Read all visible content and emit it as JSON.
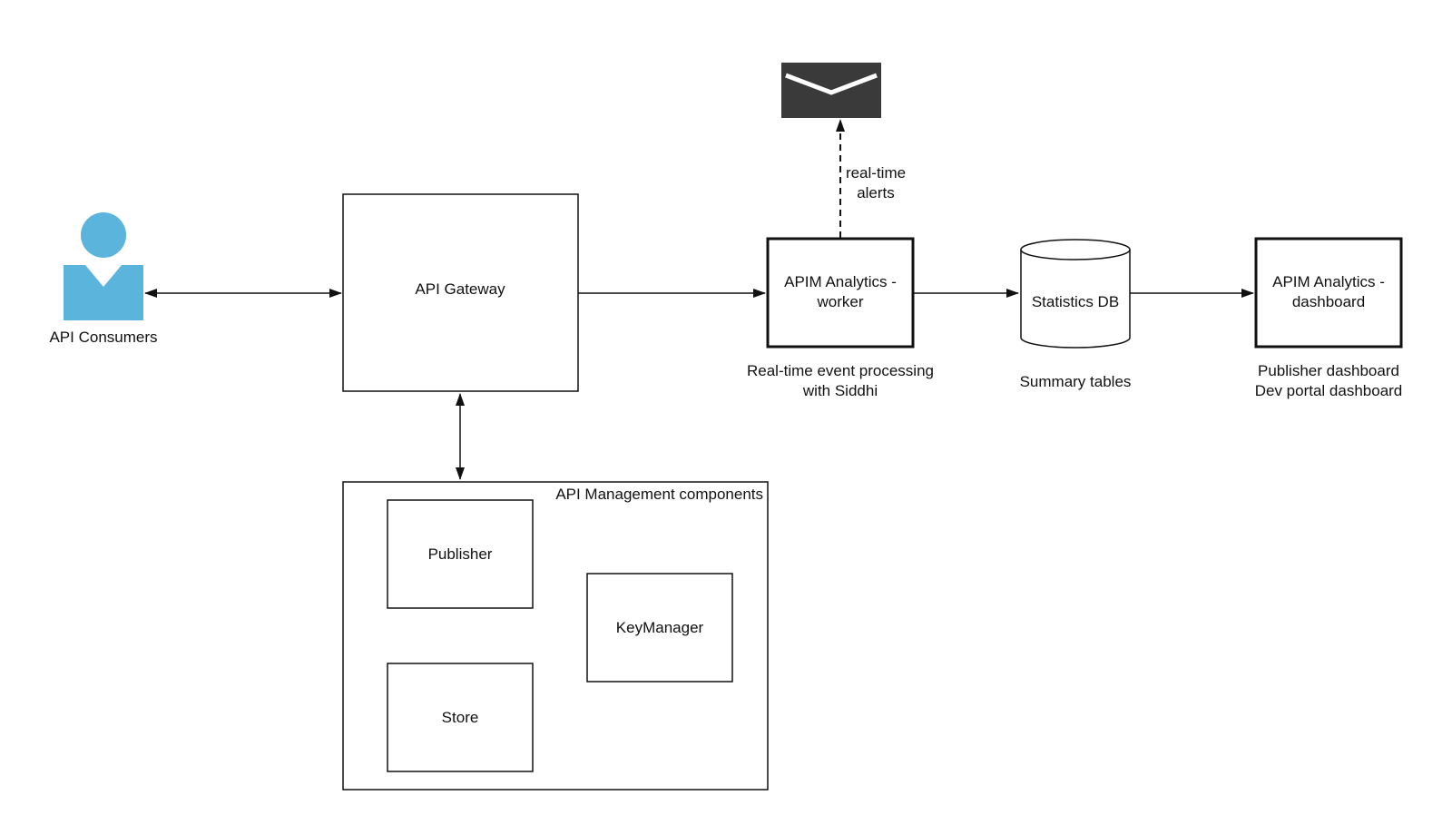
{
  "colors": {
    "consumer_icon": "#5ab4dc",
    "mail_icon": "#3a3a3a",
    "stroke": "#111111"
  },
  "icons": {
    "consumer": "person-icon",
    "alerts": "envelope-icon",
    "database": "cylinder-database-icon"
  },
  "nodes": {
    "consumers": {
      "label": "API Consumers"
    },
    "gateway": {
      "label": "API Gateway"
    },
    "worker": {
      "label_line1": "APIM Analytics -",
      "label_line2": "worker"
    },
    "worker_caption": {
      "line1": "Real-time event processing",
      "line2": "with Siddhi"
    },
    "stats_db": {
      "label": "Statistics DB"
    },
    "stats_caption": {
      "line1": "Summary tables"
    },
    "dashboard": {
      "label_line1": "APIM Analytics -",
      "label_line2": "dashboard"
    },
    "dashboard_caption": {
      "line1": "Publisher dashboard",
      "line2": "Dev portal dashboard"
    },
    "apim_group": {
      "label": "API Management components"
    },
    "publisher": {
      "label": "Publisher"
    },
    "store": {
      "label": "Store"
    },
    "keymanager": {
      "label": "KeyManager"
    }
  },
  "edges": {
    "alerts": {
      "line1": "real-time",
      "line2": "alerts"
    }
  }
}
